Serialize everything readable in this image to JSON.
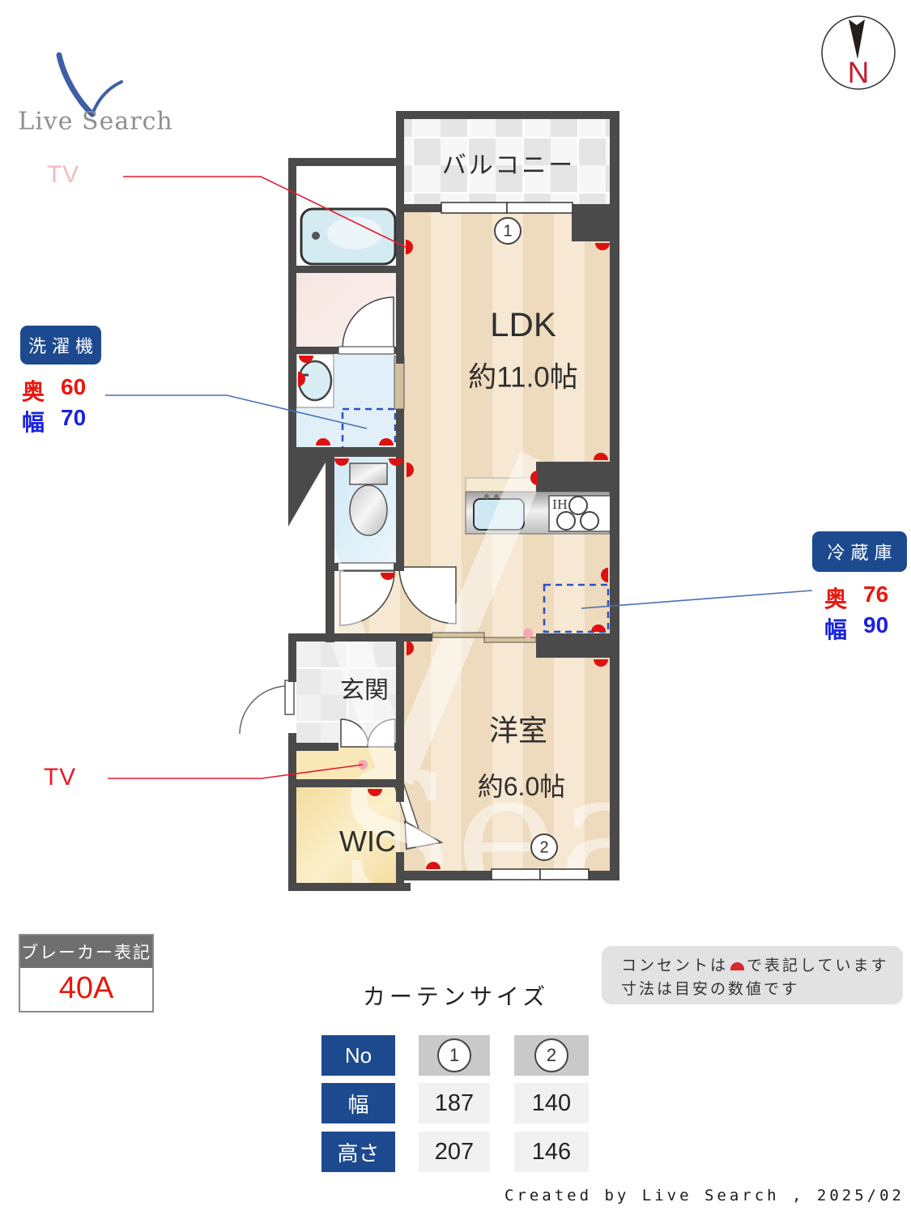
{
  "logo": {
    "text": "Live Search"
  },
  "compass": {
    "label": "N"
  },
  "plan": {
    "rooms": {
      "balcony": "バルコニー",
      "ldk": "LDK",
      "ldk_size": "約11.0帖",
      "western_room": "洋室",
      "western_room_size": "約6.0帖",
      "entrance": "玄関",
      "wic": "WIC"
    },
    "markers": {
      "window1": "1",
      "window2": "2"
    },
    "kitchen": {
      "ih_label": "IH"
    }
  },
  "annotations": {
    "tv_top": "TV",
    "tv_bottom": "TV",
    "washer": {
      "title": "洗濯機",
      "depth_label": "奥",
      "depth_value": "60",
      "width_label": "幅",
      "width_value": "70"
    },
    "fridge": {
      "title": "冷蔵庫",
      "depth_label": "奥",
      "depth_value": "76",
      "width_label": "幅",
      "width_value": "90"
    }
  },
  "breaker": {
    "title": "ブレーカー表記",
    "value": "40A"
  },
  "curtain": {
    "title": "カーテンサイズ",
    "rows": [
      {
        "label": "No",
        "c1": "1",
        "c2": "2"
      },
      {
        "label": "幅",
        "c1": "187",
        "c2": "140"
      },
      {
        "label": "高さ",
        "c1": "207",
        "c2": "146"
      }
    ]
  },
  "notes": {
    "line1_pre": "コンセントは",
    "line1_post": "で表記しています",
    "line2": "寸法は目安の数値です"
  },
  "watermark": {
    "text": "Sea"
  },
  "footer": {
    "credit": "Created by Live Search , 2025/02"
  },
  "colors": {
    "wall": "#4a4a4a",
    "navy": "#1d4a8f",
    "red": "#e8170f",
    "blue": "#1a22dd",
    "line_red": "#e8192c",
    "line_blue": "#4a6fb5",
    "outlet": "#dd1111"
  }
}
